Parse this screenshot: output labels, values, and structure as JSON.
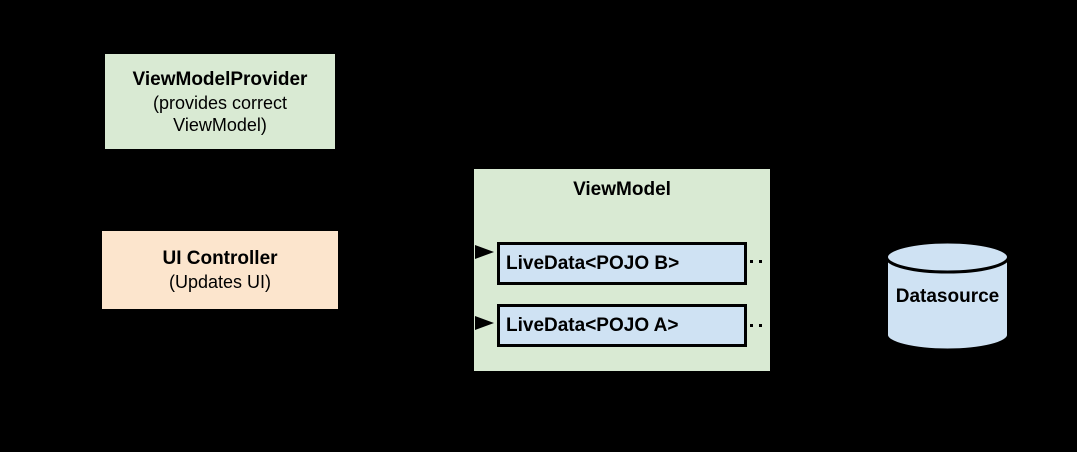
{
  "diagram": {
    "background": "#000000",
    "colors": {
      "node_green": "#d9ead3",
      "node_orange": "#fce5cd",
      "node_blue": "#cfe2f3",
      "line": "#000000",
      "text": "#000000"
    },
    "nodes": {
      "view_model_provider": {
        "title": "ViewModelProvider",
        "subtitle": "(provides correct ViewModel)"
      },
      "ui_controller": {
        "title": "UI Controller",
        "subtitle": "(Updates UI)"
      },
      "view_model": {
        "title": "ViewModel",
        "livedata": [
          {
            "label": "LiveData<POJO B>"
          },
          {
            "label": "LiveData<POJO A>"
          }
        ]
      },
      "datasource": {
        "title": "Datasource"
      }
    },
    "connectors": {
      "arrowheads_into_livedata": 2,
      "dotted_stubs_to_datasource": 2
    }
  }
}
